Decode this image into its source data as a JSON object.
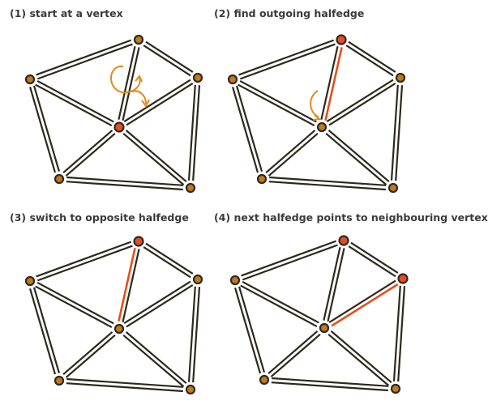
{
  "panels": [
    {
      "title": "(1) start at a vertex"
    },
    {
      "title": "(2) find outgoing halfedge"
    },
    {
      "title": "(3) switch to opposite halfedge"
    },
    {
      "title": "(4) next halfedge points to neighbouring vertex"
    }
  ],
  "colors": {
    "edge": "#2c2a1c",
    "highlight": "#e84e1b",
    "vertex_fill": "#c47a12",
    "vertex_stroke": "#2a2a2a",
    "arc": "#e08a1a"
  }
}
